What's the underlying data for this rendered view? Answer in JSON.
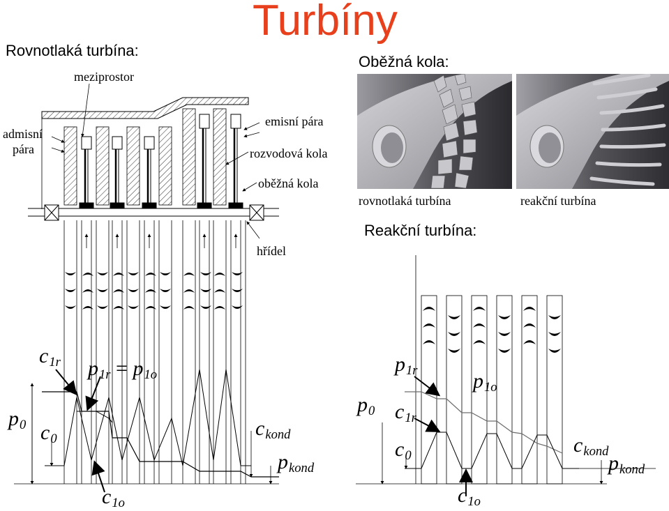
{
  "title": "Turbíny",
  "headings": {
    "impulse": "Rovnotlaká turbína:",
    "rotor_wheels": "Oběžná kola:",
    "reaction": "Reakční turbína:"
  },
  "left_labels": {
    "meziprostor": "meziprostor",
    "admisni_1": "admisní",
    "admisni_2": "pára",
    "emisni": "emisní pára",
    "rozvodova": "rozvodová kola",
    "obezna": "oběžná kola",
    "hridel": "hřídel"
  },
  "photo_captions": {
    "impulse": "rovnotlaká turbína",
    "reaction": "reakční turbína"
  },
  "symbols": {
    "c1r": {
      "base": "c",
      "sub": "1r"
    },
    "p1r_eq_p1o": {
      "base": "p",
      "sub": "1r",
      "mid": " = ",
      "base2": "p",
      "sub2": "1o"
    },
    "p0": {
      "base": "p",
      "sub": "0"
    },
    "c0": {
      "base": "c",
      "sub": "0"
    },
    "ckond": {
      "base": "c",
      "sub": "kond"
    },
    "pkond": {
      "base": "p",
      "sub": "kond"
    },
    "c1o": {
      "base": "c",
      "sub": "1o"
    },
    "p1r": {
      "base": "p",
      "sub": "1r"
    },
    "p1o": {
      "base": "p",
      "sub": "1o"
    }
  },
  "colors": {
    "title": "#e8401c",
    "line": "#000000",
    "curve_gray": "#6d6d6d",
    "photo_bg_1": "#3a3a3a",
    "photo_bg_2": "#4a4a4a",
    "metal": "#b8b8bc"
  }
}
